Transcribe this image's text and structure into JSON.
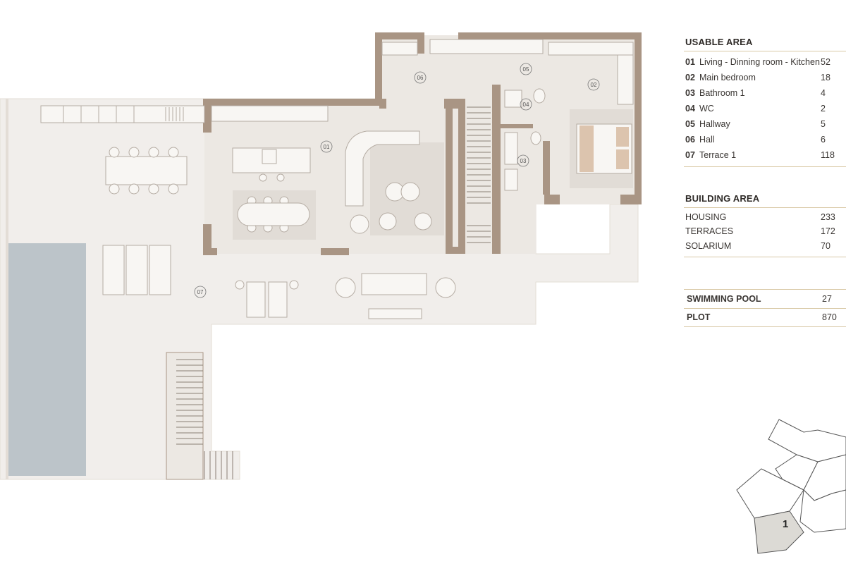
{
  "plan": {
    "room_markers": [
      {
        "id": "01"
      },
      {
        "id": "02"
      },
      {
        "id": "03"
      },
      {
        "id": "04"
      },
      {
        "id": "05"
      },
      {
        "id": "06"
      },
      {
        "id": "07"
      }
    ]
  },
  "legend": {
    "usable_area": {
      "title": "USABLE AREA",
      "rows": [
        {
          "num": "01",
          "label": "Living - Dinning room - Kitchen",
          "value": "52"
        },
        {
          "num": "02",
          "label": "Main bedroom",
          "value": "18"
        },
        {
          "num": "03",
          "label": "Bathroom 1",
          "value": "4"
        },
        {
          "num": "04",
          "label": "WC",
          "value": "2"
        },
        {
          "num": "05",
          "label": "Hallway",
          "value": "5"
        },
        {
          "num": "06",
          "label": "Hall",
          "value": "6"
        },
        {
          "num": "07",
          "label": "Terrace 1",
          "value": "118"
        }
      ]
    },
    "building_area": {
      "title": "BUILDING AREA",
      "rows": [
        {
          "label": "HOUSING",
          "value": "233"
        },
        {
          "label": "TERRACES",
          "value": "172"
        },
        {
          "label": "SOLARIUM",
          "value": "70"
        }
      ]
    },
    "other": {
      "rows": [
        {
          "label": "SWIMMING POOL",
          "value": "27"
        },
        {
          "label": "PLOT",
          "value": "870"
        }
      ]
    }
  },
  "site_map": {
    "lot_label": "1"
  },
  "colors": {
    "wall": "#a99584",
    "floor": "#ede9e4",
    "terrace": "#f1eeeb",
    "pool": "#bcc4c9",
    "furniture": "#f8f6f3",
    "accent_line": "#d9c9a6",
    "bed_fabric": "#dcc4ae",
    "selected_lot": "#dcdad5"
  }
}
